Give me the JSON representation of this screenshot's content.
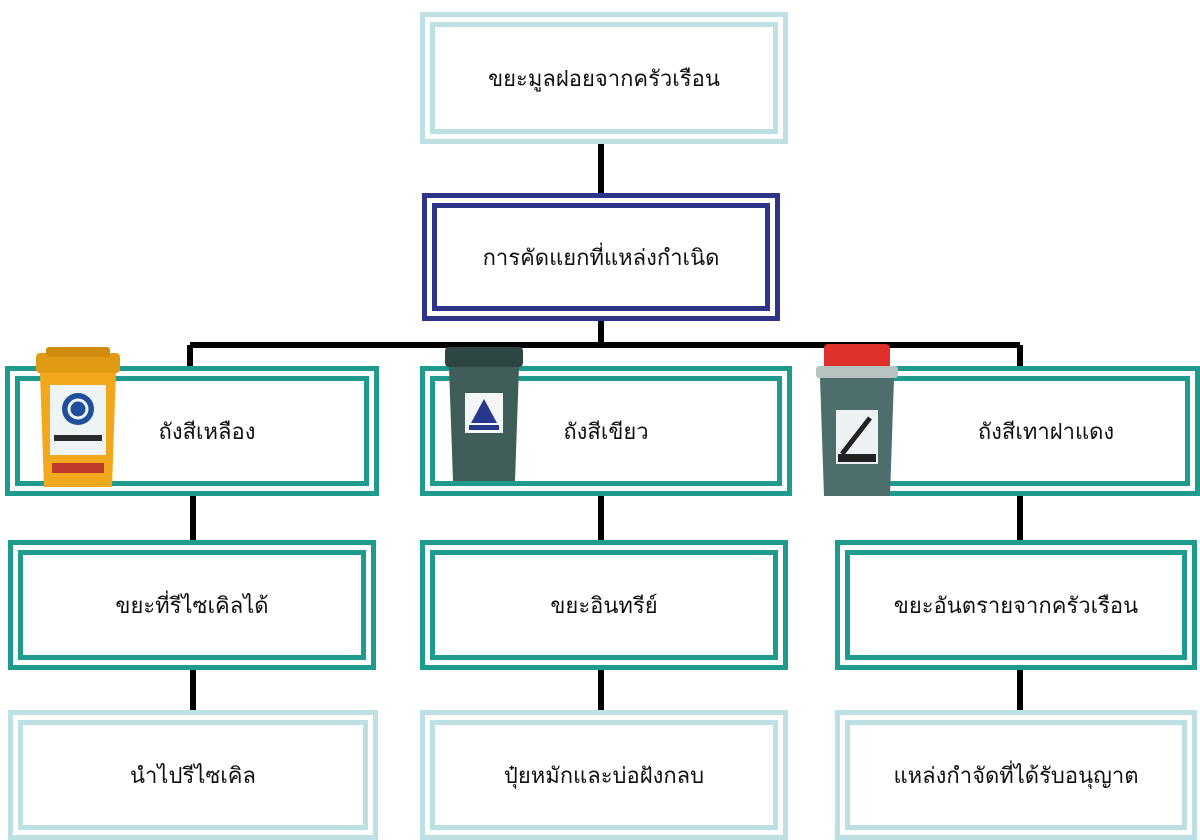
{
  "diagram": {
    "root": {
      "label": "ขยะมูลฝอยจากครัวเรือน"
    },
    "separation": {
      "label": "การคัดแยกที่แหล่งกำเนิด"
    },
    "branches": [
      {
        "bin": {
          "label": "ถังสีเหลือง",
          "icon": "yellow-bin-icon",
          "body_color": "#f2a81c",
          "lid_color": "#e19a14"
        },
        "waste": {
          "label": "ขยะที่รีไซเคิลได้"
        },
        "destination": {
          "label": "นำไปรีไซเคิล"
        }
      },
      {
        "bin": {
          "label": "ถังสีเขียว",
          "icon": "green-bin-icon",
          "body_color": "#3f5e5a",
          "lid_color": "#2e4643"
        },
        "waste": {
          "label": "ขยะอินทรีย์"
        },
        "destination": {
          "label": "ปุ๋ยหมักและบ่อฝังกลบ"
        }
      },
      {
        "bin": {
          "label": "ถังสีเทาฝาแดง",
          "icon": "gray-red-lid-bin-icon",
          "body_color": "#4d6e6a",
          "lid_color": "#e0302c"
        },
        "waste": {
          "label": "ขยะอันตรายจากครัวเรือน"
        },
        "destination": {
          "label": "แหล่งกำจัดที่ได้รับอนุญาต"
        }
      }
    ]
  },
  "colors": {
    "light_border": "#bde0e4",
    "teal_border": "#1e9b8c",
    "navy_border": "#2e3589",
    "connector": "#000000"
  }
}
